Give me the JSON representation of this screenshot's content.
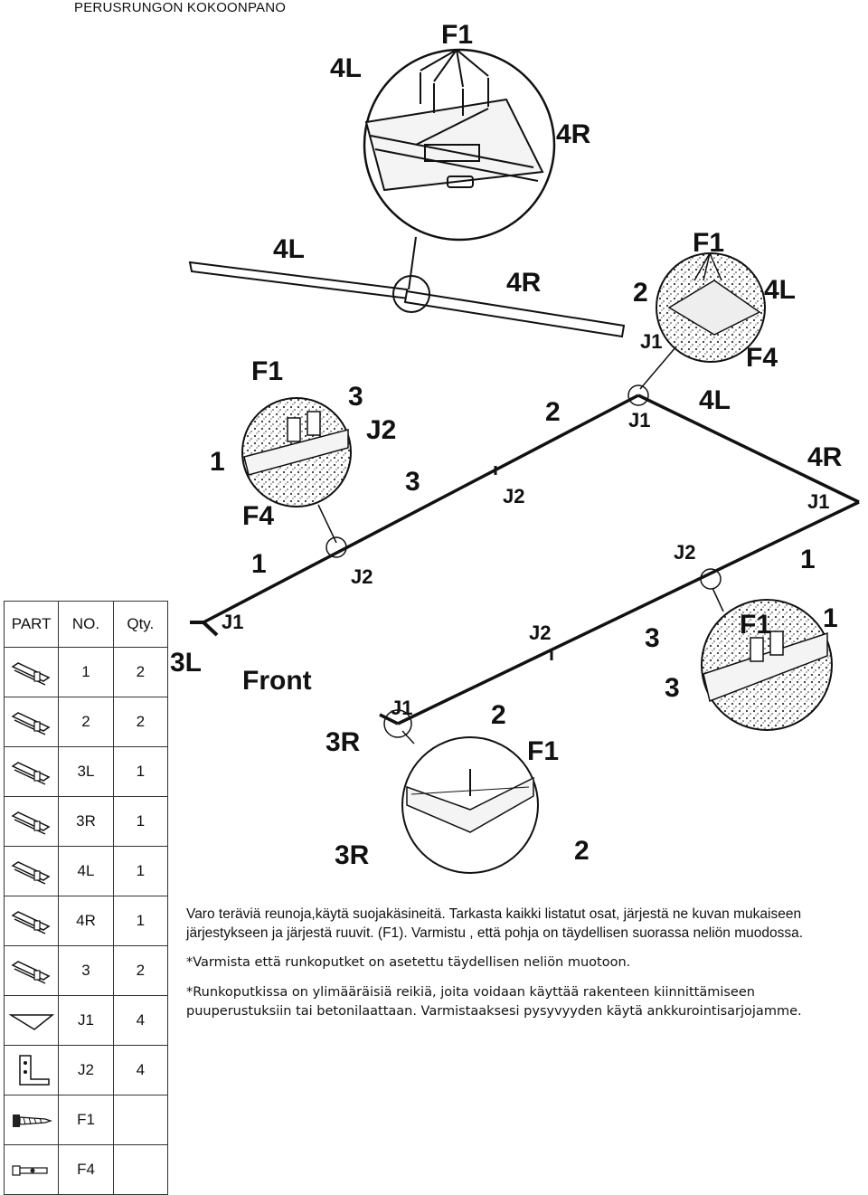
{
  "page": {
    "title": "PERUSRUNGON KOKOONPANO"
  },
  "diagram": {
    "labels": {
      "top_callout_f1": "F1",
      "top_callout_4l": "4L",
      "top_callout_4r": "4R",
      "rail_4l": "4L",
      "rail_4r": "4R",
      "tr_callout_f1": "F1",
      "tr_callout_2": "2",
      "tr_callout_4l": "4L",
      "tr_callout_j1": "J1",
      "tr_callout_f4": "F4",
      "left_callout_f1": "F1",
      "left_callout_3": "3",
      "left_callout_j2": "J2",
      "left_callout_1": "1",
      "left_callout_f4": "F4",
      "frame_2_top": "2",
      "frame_j1_top": "J1",
      "frame_4l": "4L",
      "frame_4r": "4R",
      "frame_j1_right": "J1",
      "frame_3_left": "3",
      "frame_j2_mid": "J2",
      "frame_1_left": "1",
      "frame_j2_left": "J2",
      "frame_j2_right": "J2",
      "frame_1_right": "1",
      "frame_j1_left": "J1",
      "frame_3l": "3L",
      "front": "Front",
      "frame_j2_bottom": "J2",
      "frame_3_bottom": "3",
      "br_callout_f1": "F1",
      "br_callout_1": "1",
      "br_callout_3": "3",
      "frame_j1_bottom": "J1",
      "frame_2_bottom": "2",
      "frame_3r": "3R",
      "bottom_callout_f1": "F1",
      "bottom_callout_3r": "3R",
      "bottom_callout_2": "2"
    }
  },
  "parts_table": {
    "headers": {
      "part": "PART",
      "no": "NO.",
      "qty": "Qty."
    },
    "rows": [
      {
        "icon": "rail-1-icon",
        "no": "1",
        "qty": "2"
      },
      {
        "icon": "rail-2-icon",
        "no": "2",
        "qty": "2"
      },
      {
        "icon": "rail-3l-icon",
        "no": "3L",
        "qty": "1"
      },
      {
        "icon": "rail-3r-icon",
        "no": "3R",
        "qty": "1"
      },
      {
        "icon": "rail-4l-icon",
        "no": "4L",
        "qty": "1"
      },
      {
        "icon": "rail-4r-icon",
        "no": "4R",
        "qty": "1"
      },
      {
        "icon": "rail-3-icon",
        "no": "3",
        "qty": "2"
      },
      {
        "icon": "corner-bracket-j1-icon",
        "no": "J1",
        "qty": "4"
      },
      {
        "icon": "bracket-j2-icon",
        "no": "J2",
        "qty": "4"
      },
      {
        "icon": "screw-f1-icon",
        "no": "F1",
        "qty": ""
      },
      {
        "icon": "anchor-f4-icon",
        "no": "F4",
        "qty": ""
      }
    ]
  },
  "notes": {
    "line1": "Varo teräviä reunoja,käytä suojakäsineitä.  Tarkasta kaikki listatut osat, järjestä ne kuvan mukaiseen järjestykseen ja järjestä ruuvit. (F1). Varmistu , että pohja on täydellisen suorassa neliön muodossa.",
    "line2": "*Varmista että runkoputket on asetettu täydellisen neliön muotoon.",
    "line3": "*Runkoputkissa on ylimääräisiä reikiä, joita voidaan käyttää rakenteen kiinnittämiseen puuperustuksiin tai betonilaattaan. Varmistaaksesi pysyvyyden käytä ankkurointisarjojamme."
  }
}
